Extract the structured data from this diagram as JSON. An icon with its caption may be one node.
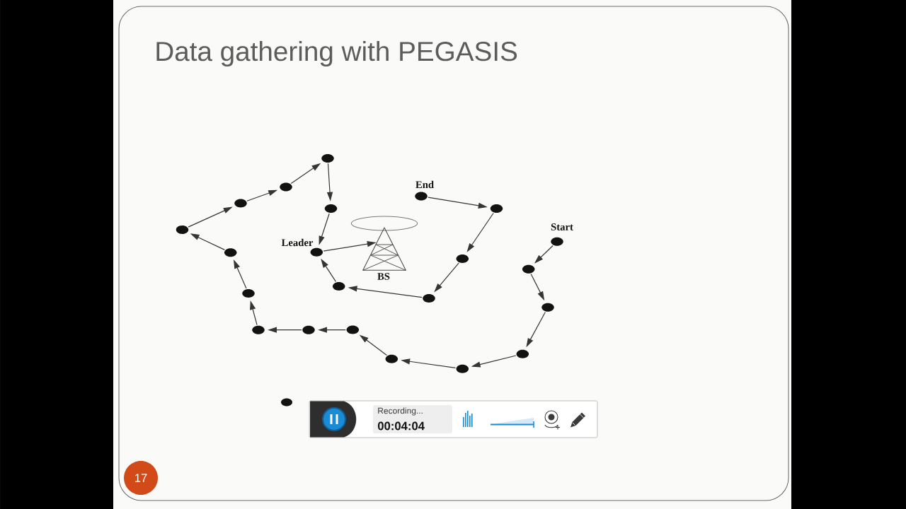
{
  "diagram": {
    "title": "Data gathering with PEGASIS",
    "nodes": [
      {
        "text": [],
        "shape": "circle"
      },
      {
        "text": [],
        "shape": "circle"
      },
      {
        "text": [],
        "shape": "circle",
        "beside": [
          "End"
        ]
      },
      {
        "text": [],
        "shape": "circle"
      },
      {
        "text": [],
        "shape": "circle"
      },
      {
        "text": [],
        "shape": "circle"
      },
      {
        "text": [],
        "shape": "circle"
      },
      {
        "text": [],
        "shape": "circle",
        "beside": [
          "Start"
        ]
      },
      {
        "text": [],
        "shape": "picture",
        "beside": [
          "BS"
        ]
      },
      {
        "text": [],
        "shape": "circle",
        "beside": [
          "Leader"
        ]
      },
      {
        "text": [],
        "shape": "circle"
      },
      {
        "text": [],
        "shape": "circle"
      },
      {
        "text": [],
        "shape": "circle"
      },
      {
        "text": [],
        "shape": "circle"
      },
      {
        "text": [],
        "shape": "circle"
      },
      {
        "text": [],
        "shape": "circle"
      },
      {
        "text": [],
        "shape": "circle"
      },
      {
        "text": [],
        "shape": "circle"
      },
      {
        "text": [],
        "shape": "circle"
      },
      {
        "text": [],
        "shape": "circle"
      },
      {
        "text": [],
        "shape": "circle"
      },
      {
        "text": [],
        "shape": "circle"
      },
      {
        "text": [],
        "shape": "circle"
      }
    ],
    "edges": [
      {
        "from": 7,
        "to": 12,
        "arrow": "to"
      },
      {
        "from": 12,
        "to": 16,
        "arrow": "to"
      },
      {
        "from": 16,
        "to": 20,
        "arrow": "to"
      },
      {
        "from": 20,
        "to": 22,
        "arrow": "to"
      },
      {
        "from": 22,
        "to": 21,
        "arrow": "to"
      },
      {
        "from": 21,
        "to": 19,
        "arrow": "to"
      },
      {
        "from": 19,
        "to": 18,
        "arrow": "to"
      },
      {
        "from": 18,
        "to": 17,
        "arrow": "to"
      },
      {
        "from": 17,
        "to": 14,
        "arrow": "to"
      },
      {
        "from": 14,
        "to": 10,
        "arrow": "to"
      },
      {
        "from": 10,
        "to": 6,
        "arrow": "to"
      },
      {
        "from": 6,
        "to": 3,
        "arrow": "to"
      },
      {
        "from": 3,
        "to": 1,
        "arrow": "to"
      },
      {
        "from": 1,
        "to": 0,
        "arrow": "to"
      },
      {
        "from": 0,
        "to": 4,
        "arrow": "to"
      },
      {
        "from": 4,
        "to": 9,
        "arrow": "to"
      },
      {
        "from": 2,
        "to": 5,
        "arrow": "to"
      },
      {
        "from": 5,
        "to": 11,
        "arrow": "to"
      },
      {
        "from": 11,
        "to": 15,
        "arrow": "to"
      },
      {
        "from": 15,
        "to": 13,
        "arrow": "to"
      },
      {
        "from": 13,
        "to": 9,
        "arrow": "to"
      },
      {
        "from": 9,
        "to": 8,
        "arrow": "to"
      }
    ],
    "labels": [
      "Recording...",
      "00:04:04",
      "17"
    ]
  }
}
